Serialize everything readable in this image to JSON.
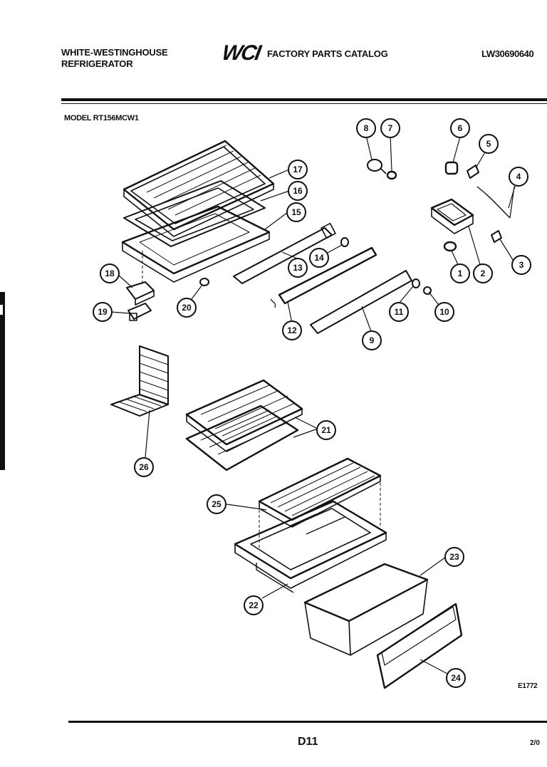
{
  "header": {
    "brand_line1": "WHITE-WESTINGHOUSE",
    "brand_line2": "REFRIGERATOR",
    "logo": "WCI",
    "catalog_title": "FACTORY PARTS CATALOG",
    "catalog_code": "LW30690640"
  },
  "model_label": "MODEL RT156MCW1",
  "callouts": [
    "1",
    "2",
    "3",
    "4",
    "5",
    "6",
    "7",
    "8",
    "9",
    "10",
    "11",
    "12",
    "13",
    "14",
    "15",
    "16",
    "17",
    "18",
    "19",
    "20",
    "21",
    "22",
    "23",
    "24",
    "25",
    "26"
  ],
  "figure_ref": "E1772",
  "footer": {
    "page": "D11",
    "date": "2/0"
  }
}
